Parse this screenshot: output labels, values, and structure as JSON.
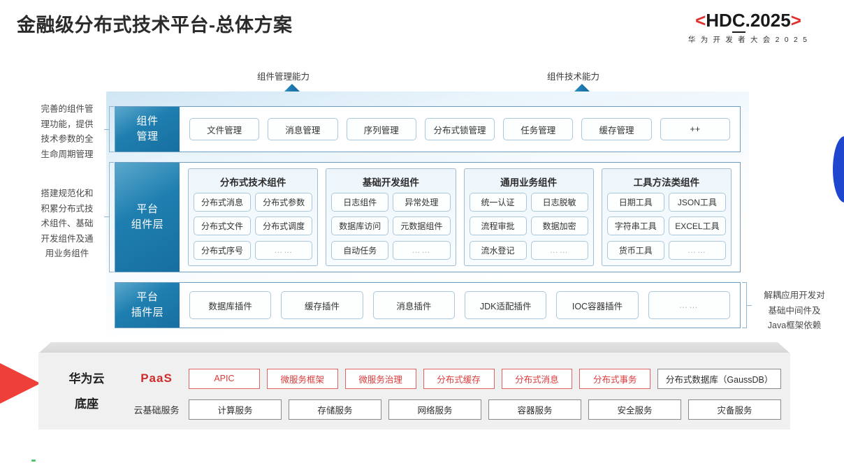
{
  "header": {
    "title": "金融级分布式技术平台-总体方案",
    "logo_main_left_bracket": "<",
    "logo_main_text_a": "HD",
    "logo_main_text_b": "C",
    "logo_main_text_c": ".2025",
    "logo_main_right_bracket": ">",
    "logo_sub": "华 为 开 发 者 大 会 2 0 2 5",
    "accent_red": "#e2302f"
  },
  "arrows": [
    {
      "label": "组件管理能力"
    },
    {
      "label": "组件技术能力"
    }
  ],
  "side_notes": {
    "left_top": "完善的组件管理功能，提供技术参数的全生命周期管理",
    "left_top_lines": [
      "完善的组件管",
      "理功能，提供",
      "技术参数的全",
      "生命周期管理"
    ],
    "left_mid_lines": [
      "搭建规范化和",
      "积累分布式技",
      "术组件、基础",
      "开发组件及通",
      "用业务组件"
    ],
    "right_lines": [
      "解耦应用开发对",
      "基础中间件及",
      "Java框架依赖"
    ]
  },
  "rows": {
    "component_mgmt": {
      "label_lines": [
        "组件",
        "管理"
      ],
      "items": [
        "文件管理",
        "消息管理",
        "序列管理",
        "分布式锁管理",
        "任务管理",
        "缓存管理",
        "++"
      ]
    },
    "platform_component": {
      "label_lines": [
        "平台",
        "组件层"
      ],
      "groups": [
        {
          "title": "分布式技术组件",
          "items": [
            "分布式消息",
            "分布式参数",
            "分布式文件",
            "分布式调度",
            "分布式序号",
            "……"
          ]
        },
        {
          "title": "基础开发组件",
          "items": [
            "日志组件",
            "异常处理",
            "数据库访问",
            "元数据组件",
            "自动任务",
            "……"
          ]
        },
        {
          "title": "通用业务组件",
          "items": [
            "统一认证",
            "日志脱敏",
            "流程审批",
            "数据加密",
            "流水登记",
            "……"
          ]
        },
        {
          "title": "工具方法类组件",
          "items": [
            "日期工具",
            "JSON工具",
            "字符串工具",
            "EXCEL工具",
            "货币工具",
            "……"
          ]
        }
      ]
    },
    "platform_plugin": {
      "label_lines": [
        "平台",
        "插件层"
      ],
      "items": [
        "数据库插件",
        "缓存插件",
        "消息插件",
        "JDK适配插件",
        "IOC容器插件",
        "……"
      ]
    }
  },
  "base": {
    "title_lines": [
      "华为云",
      "底座"
    ],
    "paas_label": "PaaS",
    "infra_label": "云基础服务",
    "paas_items": [
      {
        "text": "APIC",
        "style": "red"
      },
      {
        "text": "微服务框架",
        "style": "red"
      },
      {
        "text": "微服务治理",
        "style": "red"
      },
      {
        "text": "分布式缓存",
        "style": "red"
      },
      {
        "text": "分布式消息",
        "style": "red"
      },
      {
        "text": "分布式事务",
        "style": "red"
      },
      {
        "text": "分布式数据库（GaussDB）",
        "style": "plain"
      }
    ],
    "infra_items": [
      {
        "text": "计算服务",
        "style": "plain"
      },
      {
        "text": "存储服务",
        "style": "plain"
      },
      {
        "text": "网络服务",
        "style": "plain"
      },
      {
        "text": "容器服务",
        "style": "plain"
      },
      {
        "text": "安全服务",
        "style": "plain"
      },
      {
        "text": "灾备服务",
        "style": "plain"
      }
    ]
  },
  "colors": {
    "brand_red": "#e2302f",
    "arrow_blue": "#1a7db5",
    "label_gradient_from": "#5ba8cc",
    "label_gradient_to": "#176fa0",
    "decor_blue": "#1e46cf"
  }
}
